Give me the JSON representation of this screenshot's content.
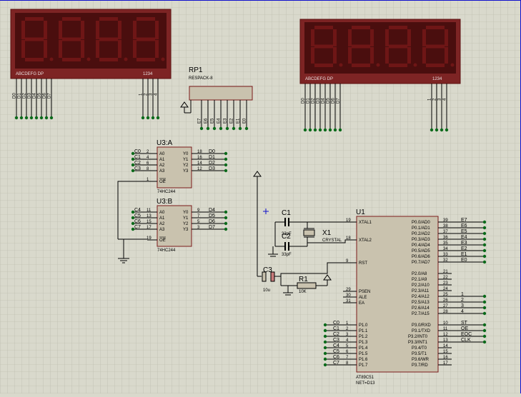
{
  "colors": {
    "background": "#d9d9cc",
    "grid": "#b5b5a6",
    "display_frame": "#7d2424",
    "display_body": "#4a0e0e",
    "segment": "#6e1616",
    "chip_body": "#c9c2ae",
    "chip_border": "#7a1a1a",
    "wire": "#000000",
    "node": "#0a6a1a",
    "label_blue": "#1010cc"
  },
  "display_left": {
    "segment_label": "ABCDEFG DP",
    "digit_label": "1234",
    "data_pins": [
      "D0",
      "D1",
      "D2",
      "D3",
      "D4",
      "D5",
      "D6",
      "D7"
    ],
    "digit_pins": [
      "1",
      "2",
      "3",
      "4"
    ]
  },
  "display_right": {
    "segment_label": "ABCDEFG DP",
    "digit_label": "1234",
    "data_pins": [
      "D0",
      "D1",
      "D2",
      "D3",
      "D4",
      "D5",
      "D6",
      "D7"
    ],
    "digit_pins": [
      "1",
      "2",
      "3",
      "4"
    ]
  },
  "rp1": {
    "ref": "RP1",
    "value": "RESPACK-8",
    "pins": [
      "E7",
      "E6",
      "E5",
      "E4",
      "E3",
      "E2",
      "E1",
      "E0"
    ]
  },
  "u3a": {
    "ref": "U3:A",
    "part": "74HC244",
    "in_nets": [
      "C0",
      "C1",
      "C2",
      "C3"
    ],
    "in_pin_nums": [
      "2",
      "4",
      "6",
      "8"
    ],
    "in_names": [
      "A0",
      "A1",
      "A2",
      "A3"
    ],
    "out_names": [
      "Y0",
      "Y1",
      "Y2",
      "Y3"
    ],
    "out_pin_nums": [
      "18",
      "16",
      "14",
      "12"
    ],
    "out_nets": [
      "D0",
      "D1",
      "D2",
      "D3"
    ],
    "oe_name": "OE",
    "oe_pin": "1"
  },
  "u3b": {
    "ref": "U3:B",
    "part": "74HC244",
    "in_nets": [
      "C4",
      "C5",
      "C6",
      "C7"
    ],
    "in_pin_nums": [
      "11",
      "13",
      "15",
      "17"
    ],
    "in_names": [
      "A0",
      "A1",
      "A2",
      "A3"
    ],
    "out_names": [
      "Y0",
      "Y1",
      "Y2",
      "Y3"
    ],
    "out_pin_nums": [
      "9",
      "7",
      "5",
      "3"
    ],
    "out_nets": [
      "D4",
      "D5",
      "D6",
      "D7"
    ],
    "oe_name": "OE",
    "oe_pin": "19"
  },
  "c1": {
    "ref": "C1",
    "value": "33pF"
  },
  "c2": {
    "ref": "C2",
    "value": "33pF"
  },
  "x1": {
    "ref": "X1",
    "value": "CRYSTAL"
  },
  "c3": {
    "ref": "C3",
    "value": "10u"
  },
  "r1": {
    "ref": "R1",
    "value": "10K"
  },
  "u1": {
    "ref": "U1",
    "part": "AT89C51",
    "net": "NET=D13",
    "left_pins": [
      {
        "num": "19",
        "name": "XTAL1"
      },
      {
        "num": "18",
        "name": "XTAL2"
      },
      {
        "num": "9",
        "name": "RST"
      },
      {
        "num": "29",
        "name": "PSEN"
      },
      {
        "num": "30",
        "name": "ALE"
      },
      {
        "num": "31",
        "name": "EA"
      },
      {
        "num": "1",
        "name": "P1.0"
      },
      {
        "num": "2",
        "name": "P1.1"
      },
      {
        "num": "3",
        "name": "P1.2"
      },
      {
        "num": "4",
        "name": "P1.3"
      },
      {
        "num": "5",
        "name": "P1.4"
      },
      {
        "num": "6",
        "name": "P1.5"
      },
      {
        "num": "7",
        "name": "P1.6"
      },
      {
        "num": "8",
        "name": "P1.7"
      }
    ],
    "p1_nets": [
      "C0",
      "C1",
      "C2",
      "C3",
      "C4",
      "C5",
      "C6",
      "C7"
    ],
    "p0_pins": [
      {
        "num": "39",
        "name": "P0.0/AD0",
        "net": "E7"
      },
      {
        "num": "38",
        "name": "P0.1/AD1",
        "net": "E6"
      },
      {
        "num": "37",
        "name": "P0.2/AD2",
        "net": "E5"
      },
      {
        "num": "36",
        "name": "P0.3/AD3",
        "net": "E4"
      },
      {
        "num": "35",
        "name": "P0.4/AD4",
        "net": "E3"
      },
      {
        "num": "34",
        "name": "P0.5/AD5",
        "net": "E2"
      },
      {
        "num": "33",
        "name": "P0.6/AD6",
        "net": "E1"
      },
      {
        "num": "32",
        "name": "P0.7/AD7",
        "net": "E0"
      }
    ],
    "p2_pins": [
      {
        "num": "21",
        "name": "P2.0/A8",
        "net": ""
      },
      {
        "num": "22",
        "name": "P2.1/A9",
        "net": ""
      },
      {
        "num": "23",
        "name": "P2.2/A10",
        "net": ""
      },
      {
        "num": "24",
        "name": "P2.3/A11",
        "net": ""
      },
      {
        "num": "25",
        "name": "P2.4/A12",
        "net": "1"
      },
      {
        "num": "26",
        "name": "P2.5/A13",
        "net": "2"
      },
      {
        "num": "27",
        "name": "P2.6/A14",
        "net": "3"
      },
      {
        "num": "28",
        "name": "P2.7/A15",
        "net": "4"
      }
    ],
    "p3_pins": [
      {
        "num": "10",
        "name": "P3.0/RXD",
        "net": "ST"
      },
      {
        "num": "11",
        "name": "P3.1/TXD",
        "net": "OE"
      },
      {
        "num": "12",
        "name": "P3.2/INT0",
        "net": "EOC"
      },
      {
        "num": "13",
        "name": "P3.3/INT1",
        "net": "CLK"
      },
      {
        "num": "14",
        "name": "P3.4/T0",
        "net": ""
      },
      {
        "num": "15",
        "name": "P3.5/T1",
        "net": ""
      },
      {
        "num": "16",
        "name": "P3.6/WR",
        "net": ""
      },
      {
        "num": "17",
        "name": "P3.7/RD",
        "net": ""
      }
    ]
  }
}
